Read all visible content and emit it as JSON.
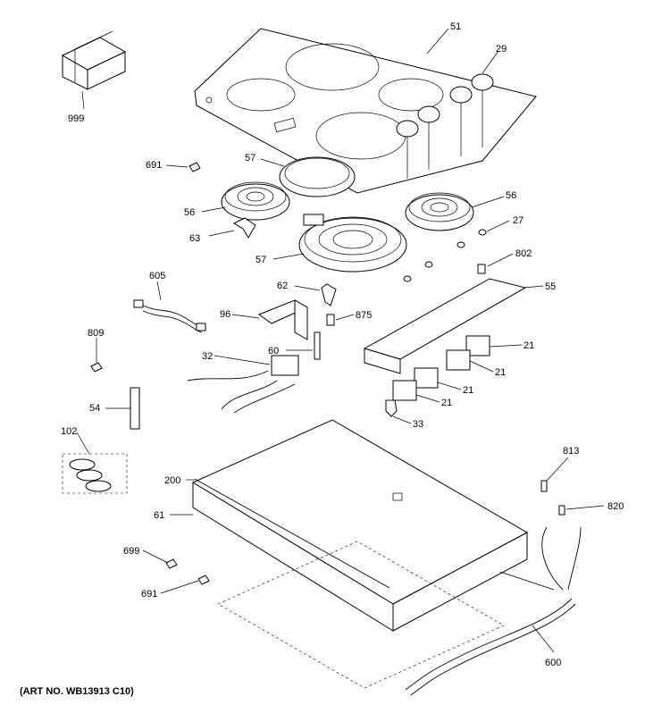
{
  "art_number": "(ART NO. WB13913 C10)",
  "callouts": {
    "c51": "51",
    "c29": "29",
    "c999": "999",
    "c691a": "691",
    "c57a": "57",
    "c56a": "56",
    "c56b": "56",
    "c27": "27",
    "c63": "63",
    "c57b": "57",
    "c802": "802",
    "c605": "605",
    "c62": "62",
    "c55": "55",
    "c96": "96",
    "c875": "875",
    "c809": "809",
    "c60": "60",
    "c21a": "21",
    "c32": "32",
    "c21b": "21",
    "c21c": "21",
    "c21d": "21",
    "c54": "54",
    "c33": "33",
    "c102": "102",
    "c813": "813",
    "c200": "200",
    "c820": "820",
    "c61": "61",
    "c699": "699",
    "c691b": "691",
    "c600": "600"
  }
}
